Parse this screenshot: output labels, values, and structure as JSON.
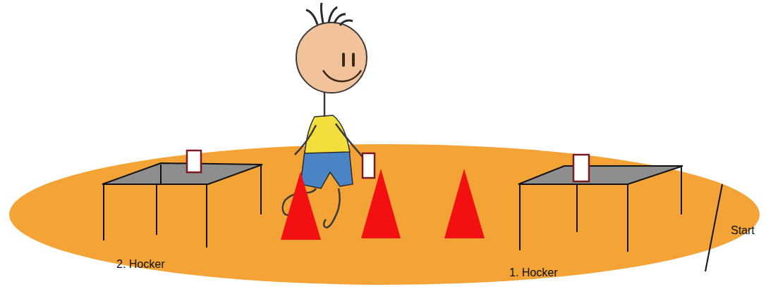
{
  "diagram": {
    "labels": [
      "2. Hocker",
      "1. Hocker",
      "Start"
    ]
  }
}
